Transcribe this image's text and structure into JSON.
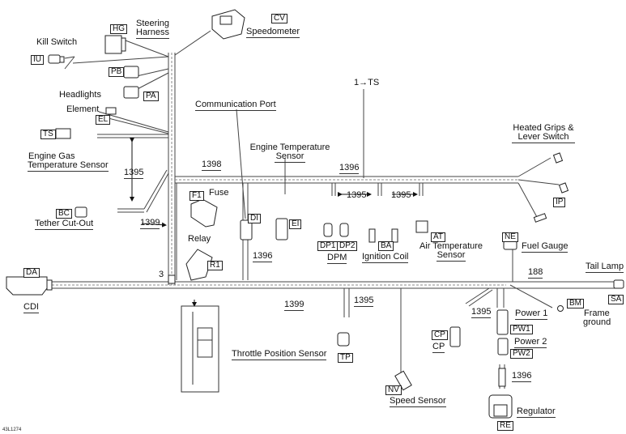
{
  "figure_id": "43L1274",
  "components": {
    "speedometer": {
      "code": "CV",
      "label": "Speedometer"
    },
    "steering_harness": {
      "code": "HG",
      "label_line1": "Steering",
      "label_line2": "Harness"
    },
    "kill_switch": {
      "code": "IU",
      "label": "Kill Switch"
    },
    "headlights": {
      "code_b": "PB",
      "code_a": "PA",
      "label": "Headlights"
    },
    "element": {
      "code": "EL",
      "label": "Element"
    },
    "engine_gas_temp": {
      "code": "TS",
      "label_line1": "Engine Gas",
      "label_line2": "Temperature Sensor"
    },
    "tether": {
      "code": "BC",
      "label": "Tether Cut-Out"
    },
    "comm_port": {
      "code": "DI",
      "label": "Communication Port"
    },
    "engine_temp": {
      "code": "EI",
      "label_line1": "Engine Temperature",
      "label_line2": "Sensor"
    },
    "fuse": {
      "code": "F1",
      "label": "Fuse"
    },
    "relay": {
      "code": "R1",
      "label": "Relay"
    },
    "dpm": {
      "code1": "DP1",
      "code2": "DP2",
      "label": "DPM"
    },
    "ignition_coil": {
      "code": "BA",
      "label": "Ignition Coil"
    },
    "air_temp": {
      "code": "AT",
      "label_line1": "Air Temperature",
      "label_line2": "Sensor"
    },
    "heated_grips": {
      "code": "IP",
      "label_line1": "Heated Grips &",
      "label_line2": "Lever Switch"
    },
    "fuel_gauge": {
      "code": "NE",
      "label": "Fuel Gauge"
    },
    "tail_lamp": {
      "code": "SA",
      "label": "Tail Lamp"
    },
    "frame_ground": {
      "code": "BM",
      "label_line1": "Frame",
      "label_line2": "ground"
    },
    "cdi": {
      "code": "DA",
      "label": "CDI"
    },
    "throttle": {
      "code": "TP",
      "label": "Throttle Position Sensor"
    },
    "speed_sensor": {
      "code": "NV",
      "label": "Speed Sensor"
    },
    "cp": {
      "code": "CP",
      "label": "CP"
    },
    "power1": {
      "code": "PW1",
      "label": "Power 1"
    },
    "power2": {
      "code": "PW2",
      "label": "Power 2"
    },
    "regulator": {
      "code": "RE",
      "label": "Regulator"
    }
  },
  "callouts": {
    "ts_ref": "1→TS",
    "n1395_left": "1395",
    "n1399_left": "1399",
    "n1398": "1398",
    "n1396_top": "1396",
    "n1395_dpm": "1395",
    "n1395_coil": "1395",
    "n1396_relay": "1396",
    "n3": "3",
    "n1399_bottom": "1399",
    "n1395_tps": "1395",
    "n188": "188",
    "n1395_cp": "1395",
    "n1396_reg": "1396"
  }
}
